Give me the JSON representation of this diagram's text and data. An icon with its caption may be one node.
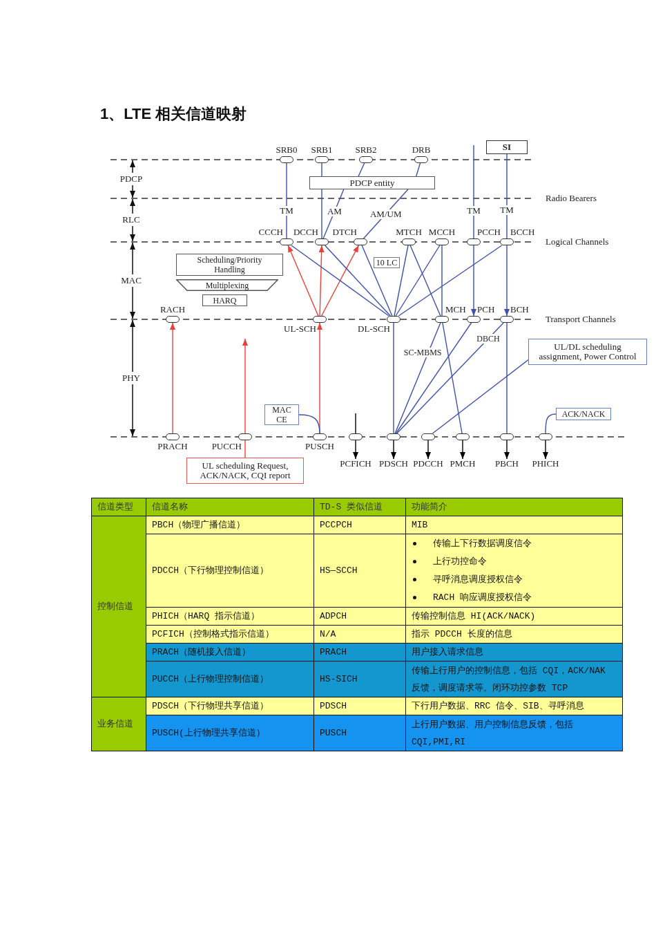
{
  "diagram": {
    "title": "1、LTE 相关信道映射",
    "nodes": [
      {
        "text": [
          "SRB0"
        ]
      },
      {
        "text": [
          "SRB1"
        ]
      },
      {
        "text": [
          "SRB2"
        ]
      },
      {
        "text": [
          "DRB"
        ]
      },
      {
        "text": [
          "SI"
        ]
      },
      {
        "text": [
          "PDCP entity"
        ]
      },
      {
        "text": [
          "CCCH"
        ]
      },
      {
        "text": [
          "DCCH"
        ]
      },
      {
        "text": [
          "DTCH"
        ]
      },
      {
        "text": [
          "MTCH"
        ]
      },
      {
        "text": [
          "MCCH"
        ]
      },
      {
        "text": [
          "PCCH"
        ]
      },
      {
        "text": [
          "BCCH"
        ]
      },
      {
        "text": [
          "Scheduling/Priority Handling"
        ]
      },
      {
        "text": [
          "Multiplexing"
        ]
      },
      {
        "text": [
          "10 LC"
        ]
      },
      {
        "text": [
          "HARQ"
        ]
      },
      {
        "text": [
          "RACH"
        ]
      },
      {
        "text": [
          "UL-SCH"
        ]
      },
      {
        "text": [
          "DL-SCH"
        ]
      },
      {
        "text": [
          "MCH"
        ]
      },
      {
        "text": [
          "PCH"
        ]
      },
      {
        "text": [
          "BCH"
        ]
      },
      {
        "text": [
          "UL/DL scheduling assignment, Power Control"
        ]
      },
      {
        "text": [
          "MAC CE"
        ]
      },
      {
        "text": [
          "ACK/NACK"
        ]
      },
      {
        "text": [
          "PRACH"
        ]
      },
      {
        "text": [
          "PUCCH"
        ]
      },
      {
        "text": [
          "PUSCH"
        ]
      },
      {
        "text": [],
        "shape": "oval"
      },
      {
        "text": [],
        "shape": "oval"
      },
      {
        "text": [],
        "shape": "oval"
      },
      {
        "text": [],
        "shape": "oval"
      },
      {
        "text": [],
        "shape": "oval"
      },
      {
        "text": [],
        "shape": "oval"
      },
      {
        "text": [
          "UL scheduling Request, ACK/NACK, CQI report"
        ]
      },
      {
        "text": [
          "PCFICH"
        ]
      },
      {
        "text": [
          "PDSCH"
        ]
      },
      {
        "text": [
          "PDCCH"
        ]
      },
      {
        "text": [
          "PMCH"
        ]
      },
      {
        "text": [
          "PBCH"
        ]
      },
      {
        "text": [
          "PHICH"
        ]
      }
    ],
    "edges": [
      {
        "from": 0,
        "to": 6,
        "arrow": "none",
        "label": "TM"
      },
      {
        "from": 1,
        "to": 5,
        "arrow": "none"
      },
      {
        "from": 2,
        "to": 5,
        "arrow": "none"
      },
      {
        "from": 3,
        "to": 5,
        "arrow": "none"
      },
      {
        "from": 5,
        "to": 7,
        "arrow": "none"
      },
      {
        "from": 5,
        "to": 7,
        "arrow": "none",
        "label": "AM"
      },
      {
        "from": 5,
        "to": 8,
        "arrow": "none",
        "label": "AM/UM"
      },
      {
        "from": null,
        "to": 11,
        "arrow": "none",
        "label": "TM"
      },
      {
        "from": 4,
        "to": 12,
        "arrow": "none",
        "label": "TM"
      },
      {
        "from": 18,
        "to": 6,
        "arrow": "to",
        "color": "#e8403a"
      },
      {
        "from": 18,
        "to": 7,
        "arrow": "to",
        "color": "#e8403a"
      },
      {
        "from": 18,
        "to": 8,
        "arrow": "to",
        "color": "#e8403a"
      },
      {
        "from": 6,
        "to": 19,
        "arrow": "none"
      },
      {
        "from": 7,
        "to": 19,
        "arrow": "none"
      },
      {
        "from": 8,
        "to": 19,
        "arrow": "none"
      },
      {
        "from": 9,
        "to": 19,
        "arrow": "none"
      },
      {
        "from": 10,
        "to": 19,
        "arrow": "none"
      },
      {
        "from": 12,
        "to": 19,
        "arrow": "none"
      },
      {
        "from": 9,
        "to": 20,
        "arrow": "none"
      },
      {
        "from": 10,
        "to": 20,
        "arrow": "none"
      },
      {
        "from": 11,
        "to": 21,
        "arrow": "to"
      },
      {
        "from": 12,
        "to": 22,
        "arrow": "to"
      },
      {
        "from": 26,
        "to": 17,
        "arrow": "to",
        "color": "#e8403a"
      },
      {
        "from": 27,
        "to": null,
        "arrow": "to",
        "color": "#e8403a"
      },
      {
        "from": 35,
        "to": 27,
        "arrow": "none",
        "color": "#e8403a"
      },
      {
        "from": 28,
        "to": 18,
        "arrow": "to",
        "color": "#e8403a"
      },
      {
        "from": 24,
        "to": 28,
        "arrow": "none"
      },
      {
        "from": 19,
        "to": 30,
        "arrow": "none"
      },
      {
        "from": 20,
        "to": 30,
        "arrow": "none",
        "label": "SC-MBMS"
      },
      {
        "from": 21,
        "to": 30,
        "arrow": "none"
      },
      {
        "from": 22,
        "to": 30,
        "arrow": "none",
        "label": "DBCH"
      },
      {
        "from": 20,
        "to": 32,
        "arrow": "none"
      },
      {
        "from": 22,
        "to": 33,
        "arrow": "none"
      },
      {
        "from": 23,
        "to": 31,
        "arrow": "none"
      },
      {
        "from": 25,
        "to": 34,
        "arrow": "none"
      },
      {
        "from": null,
        "to": 29,
        "arrow": "none",
        "color": "#000000"
      },
      {
        "from": 29,
        "to": 36,
        "arrow": "to",
        "color": "#000000"
      },
      {
        "from": 30,
        "to": 37,
        "arrow": "to",
        "color": "#000000"
      },
      {
        "from": 31,
        "to": 38,
        "arrow": "to",
        "color": "#000000"
      },
      {
        "from": 32,
        "to": 39,
        "arrow": "to",
        "color": "#000000"
      },
      {
        "from": 33,
        "to": 40,
        "arrow": "to",
        "color": "#000000"
      },
      {
        "from": 34,
        "to": 41,
        "arrow": "to",
        "color": "#000000"
      }
    ],
    "labels": [
      "PDCP",
      "Radio Bearers",
      "RLC",
      "Logical Channels",
      "MAC",
      "Transport Channels",
      "PHY",
      "信道类型",
      "信道名称",
      "TD-S 类似信道",
      "功能简介",
      "控制信道",
      "PBCH（物理广播信道）",
      "PCCPCH",
      "MIB",
      "PDCCH（下行物理控制信道）",
      "HS—SCCH",
      "传输上下行数据调度信令",
      "上行功控命令",
      "寻呼消息调度授权信令",
      "RACH 响应调度授权信令",
      "PHICH（HARQ 指示信道）",
      "ADPCH",
      "传输控制信息 HI(ACK/NACK)",
      "PCFICH（控制格式指示信道）",
      "N/A",
      "指示 PDCCH 长度的信息",
      "PRACH（随机接入信道）",
      "PRACH",
      "用户接入请求信息",
      "PUCCH（上行物理控制信道）",
      "HS-SICH",
      "传输上行用户的控制信息，包括 CQI，ACK/NAK 反馈，调度请求等。闭环功控参数 TCP",
      "业务信道",
      "PDSCH（下行物理共享信道）",
      "PDSCH",
      "下行用户数据、RRC 信令、SIB、寻呼消息",
      "PUSCH(上行物理共享信道）",
      "PUSCH",
      "上行用户数据、用户控制信息反馈，包括 CQI,PMI,RI"
    ]
  }
}
